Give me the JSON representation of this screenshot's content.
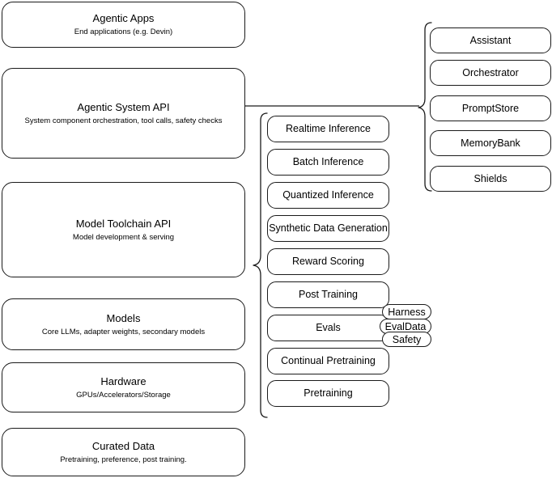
{
  "diagram": {
    "title": "AI System Stack Architecture",
    "background_color": "#ffffff",
    "stroke_color": "#1a1a1a"
  },
  "stack_layers": [
    {
      "title": "Agentic Apps",
      "subtitle": "End applications (e.g. Devin)"
    },
    {
      "title": "Agentic System API",
      "subtitle": "System component orchestration, tool calls, safety checks"
    },
    {
      "title": "Model Toolchain API",
      "subtitle": "Model development & serving"
    },
    {
      "title": "Models",
      "subtitle": "Core LLMs, adapter weights, secondary models"
    },
    {
      "title": "Hardware",
      "subtitle": "GPUs/Accelerators/Storage"
    },
    {
      "title": "Curated Data",
      "subtitle": "Pretraining, preference, post training."
    }
  ],
  "toolchain_items": [
    {
      "label": "Realtime Inference"
    },
    {
      "label": "Batch Inference"
    },
    {
      "label": "Quantized Inference"
    },
    {
      "label": "Synthetic Data Generation"
    },
    {
      "label": "Reward Scoring"
    },
    {
      "label": "Post Training"
    },
    {
      "label": "Evals"
    },
    {
      "label": "Continual Pretraining"
    },
    {
      "label": "Pretraining"
    }
  ],
  "agentic_components": [
    {
      "label": "Assistant"
    },
    {
      "label": "Orchestrator"
    },
    {
      "label": "PromptStore"
    },
    {
      "label": "MemoryBank"
    },
    {
      "label": "Shields"
    }
  ],
  "eval_pills": [
    {
      "label": "Harness"
    },
    {
      "label": "EvalData"
    },
    {
      "label": "Safety"
    }
  ]
}
